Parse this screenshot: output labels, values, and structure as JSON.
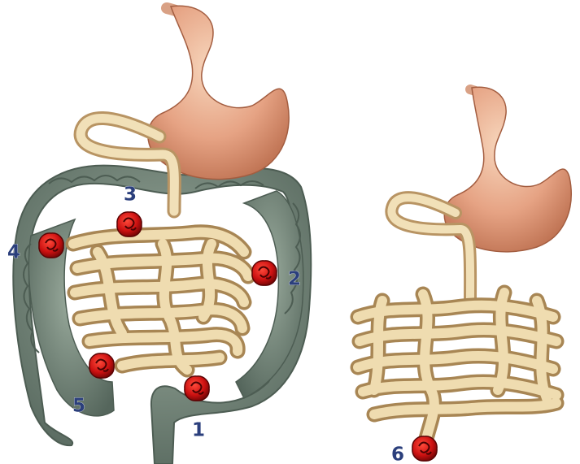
{
  "figures": [
    {
      "id": "with-colon",
      "markers": [
        {
          "label": "1",
          "color": "#cc1111"
        },
        {
          "label": "2",
          "color": "#cc1111"
        },
        {
          "label": "3",
          "color": "#cc1111"
        },
        {
          "label": "4",
          "color": "#cc1111"
        },
        {
          "label": "5",
          "color": "#cc1111"
        }
      ]
    },
    {
      "id": "without-colon",
      "markers": [
        {
          "label": "6",
          "color": "#cc1111"
        }
      ]
    }
  ],
  "colors": {
    "stomach_light": "#f3cdb0",
    "stomach_mid": "#e59c7e",
    "stomach_dark": "#b86a4a",
    "intestine_light": "#f4e6c2",
    "intestine_dark": "#9e7f52",
    "colon_light": "#8f9f92",
    "colon_dark": "#53645a",
    "marker_red": "#cc1111",
    "label_blue": "#2b3f7c"
  }
}
